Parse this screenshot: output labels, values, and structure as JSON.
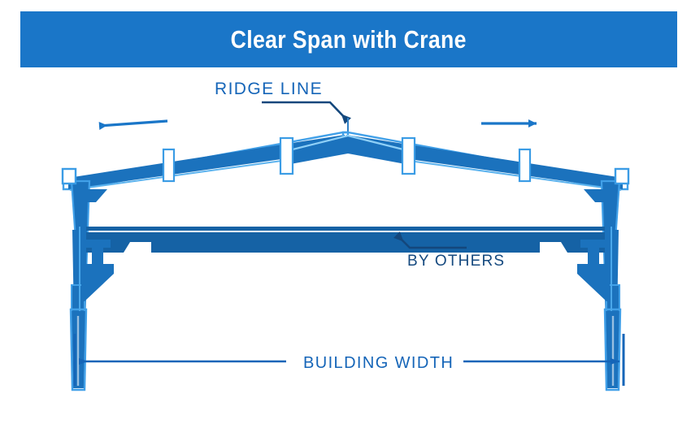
{
  "banner": {
    "title": "Clear Span with Crane",
    "background_color": "#1a76c8",
    "text_color": "#ffffff"
  },
  "diagram": {
    "type": "technical-cross-section",
    "subject": "Clear span steel building frame with crane runway beam",
    "colors": {
      "steel_fill": "#1b72bd",
      "steel_fill_dark": "#1562a5",
      "outline": "#2f97e8",
      "label_blue": "#1565b8",
      "label_navy": "#15497f",
      "arrow_blue": "#1a76c8",
      "dimension_blue": "#1565b8",
      "background": "#ffffff"
    },
    "labels": {
      "ridge_line": "RIDGE LINE",
      "by_others": "BY OTHERS",
      "building_width": "BUILDING WIDTH"
    },
    "annotations": [
      {
        "name": "ridge-line",
        "text": "RIDGE LINE",
        "points_to": "roof apex / ridge"
      },
      {
        "name": "by-others",
        "text": "BY OTHERS",
        "points_to": "crane runway beam"
      },
      {
        "name": "building-width",
        "text": "BUILDING WIDTH",
        "points_to": "overall span between columns"
      }
    ],
    "flow_arrows": [
      {
        "name": "left-roof-slope-arrow",
        "direction": "left"
      },
      {
        "name": "right-roof-slope-arrow",
        "direction": "right"
      }
    ],
    "parts": [
      "left-column",
      "right-column",
      "left-rafter",
      "right-rafter",
      "ridge-apex",
      "crane-runway-beam",
      "left-crane-bracket",
      "right-crane-bracket",
      "purlin-left-outer",
      "purlin-left-inner",
      "purlin-right-inner",
      "purlin-right-outer",
      "left-eave-connection",
      "right-eave-connection"
    ]
  }
}
